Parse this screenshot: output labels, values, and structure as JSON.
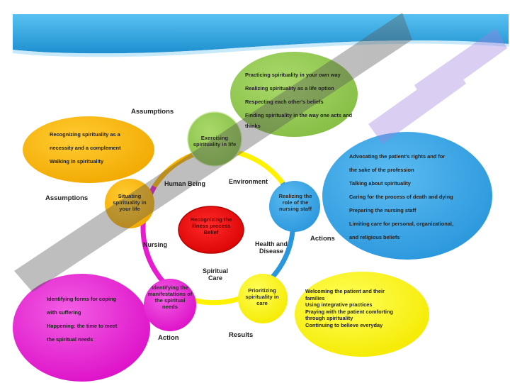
{
  "colors": {
    "banner": "#3aa7df",
    "green": "#93c853",
    "blue": "#3ba7e6",
    "yellow": "#fff200",
    "magenta": "#ea16d2",
    "orange": "#f5b400",
    "red": "#e60000"
  },
  "center": {
    "text": "Recognizing the illness process Belief"
  },
  "nodes": {
    "exercising": "Exercising spirituality in life",
    "situating": "Situating spirituality in your life",
    "realizing": "Realizing the role of the nursing staff",
    "prioritizing": "Prioritizing spirituality in care",
    "identifying": "Identifying the manifestations of the spiritual needs"
  },
  "ring_labels": {
    "human_being": "Human Being",
    "environment": "Environment",
    "nursing": "Nursing",
    "health_and_disease": "Health and Disease",
    "spiritual_care": "Spiritual Care"
  },
  "section_labels": {
    "assumptions_top": "Assumptions",
    "assumptions_left": "Assumptions",
    "actions": "Actions",
    "results": "Results",
    "action": "Action"
  },
  "bubbles": {
    "green": [
      "Practicing spirituality in your own way",
      "Realizing spirituality as a life option",
      "Respecting each other's beliefs",
      "Finding spirituality in the way one acts and",
      "thinks"
    ],
    "orange": [
      "Recognizing spirituality as a",
      "necessity and a complement",
      "Walking in spirituality"
    ],
    "blue": [
      "Advocating the patient's rights and for",
      "the sake of the profession",
      "Talking about spirituality",
      "Caring for the process of death and dying",
      "Preparing the nursing staff",
      "Limiting care for personal, organizational,",
      "and religious beliefs"
    ],
    "yellow": [
      "Welcoming the patient and their",
      "families",
      "Using integrative practices",
      "Praying with the patient comforting",
      "through spirituality",
      "Continuing to believe everyday"
    ],
    "magenta": [
      "Identifying forms for coping",
      "with suffering",
      "Happening: the time to meet",
      "the spiritual needs"
    ]
  }
}
